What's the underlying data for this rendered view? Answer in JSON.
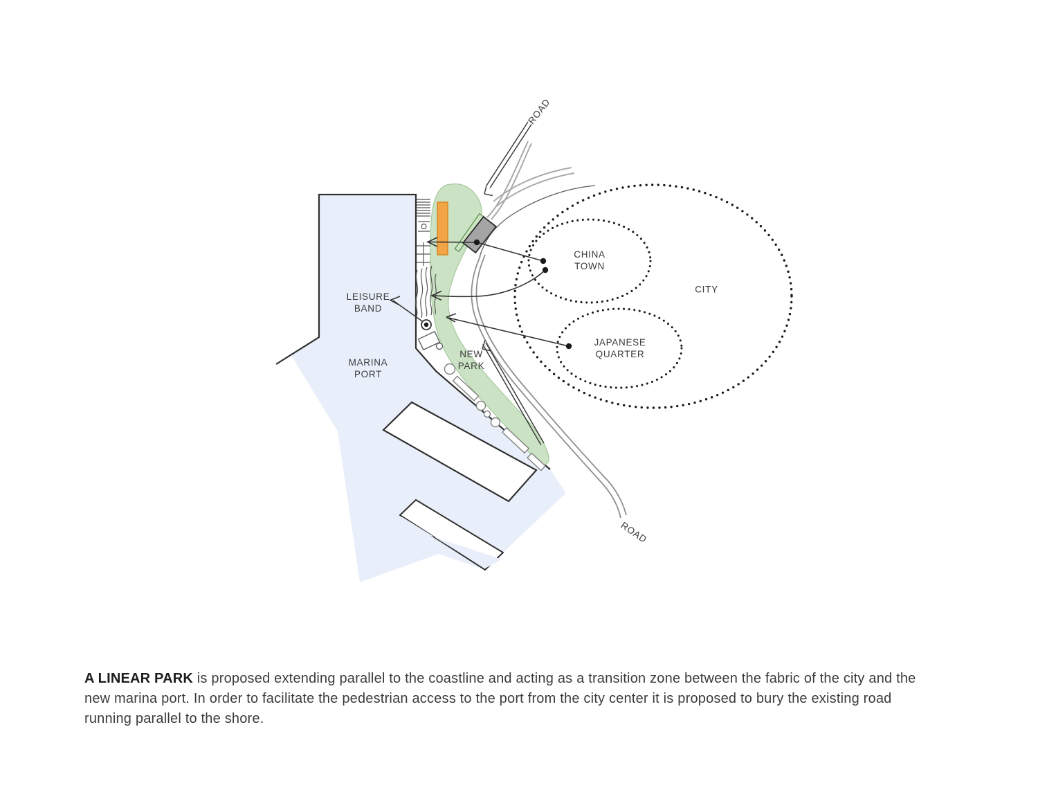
{
  "diagram": {
    "labels": {
      "road_top": "ROAD",
      "road_bottom": "ROAD",
      "leisure_band": "LEISURE\nBAND",
      "marina_port": "MARINA\nPORT",
      "new_park": "NEW\nPARK",
      "china_town": "CHINA\nTOWN",
      "city": "CITY",
      "japanese_quarter": "JAPANESE\nQUARTER"
    },
    "colors": {
      "port_fill": "#e9effa",
      "park_fill": "#cbe2c4",
      "park_edge": "#a6c99d",
      "building_orange": "#f3a444",
      "building_orange_edge": "#d18a28",
      "green_bar_fill": "#cde6c2",
      "green_bar_edge": "#69985e",
      "tunnel_portal_gray": "#a5a5a5",
      "road_gray": "#a8a8a8",
      "outline_ink": "#2f2f2f",
      "leader_ink": "#333333",
      "dotted_ink": "#1a1a1a"
    }
  },
  "caption": {
    "lead": "A LINEAR PARK",
    "body": " is proposed extending parallel to the coastline and acting as a transition zone between the fabric of the city and the new marina port. In order to facilitate the pedestrian access to the port from the city center it is proposed to bury the existing road running parallel to the shore."
  }
}
